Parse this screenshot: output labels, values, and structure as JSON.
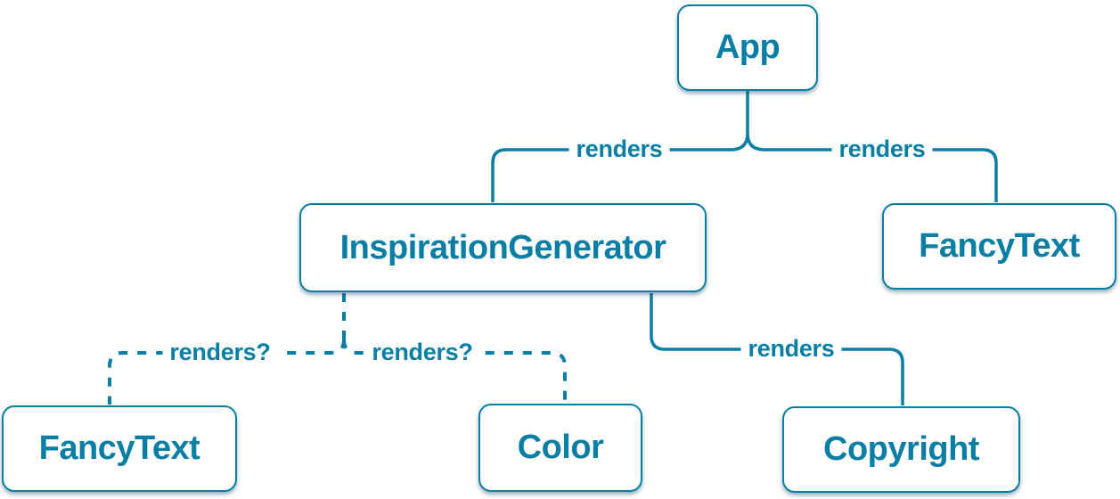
{
  "colors": {
    "accent": "#087ea4",
    "node_bg": "#ffffff"
  },
  "nodes": [
    {
      "id": "app",
      "label": "App"
    },
    {
      "id": "inspiration-generator",
      "label": "InspirationGenerator"
    },
    {
      "id": "fancy-text-top",
      "label": "FancyText"
    },
    {
      "id": "fancy-text-bottom",
      "label": "FancyText"
    },
    {
      "id": "color",
      "label": "Color"
    },
    {
      "id": "copyright",
      "label": "Copyright"
    }
  ],
  "edges": [
    {
      "from": "App",
      "to": "InspirationGenerator",
      "label": "renders",
      "style": "solid"
    },
    {
      "from": "App",
      "to": "FancyText",
      "label": "renders",
      "style": "solid"
    },
    {
      "from": "InspirationGenerator",
      "to": "FancyText",
      "label": "renders?",
      "style": "dashed"
    },
    {
      "from": "InspirationGenerator",
      "to": "Color",
      "label": "renders?",
      "style": "dashed"
    },
    {
      "from": "InspirationGenerator",
      "to": "Copyright",
      "label": "renders",
      "style": "solid"
    }
  ]
}
